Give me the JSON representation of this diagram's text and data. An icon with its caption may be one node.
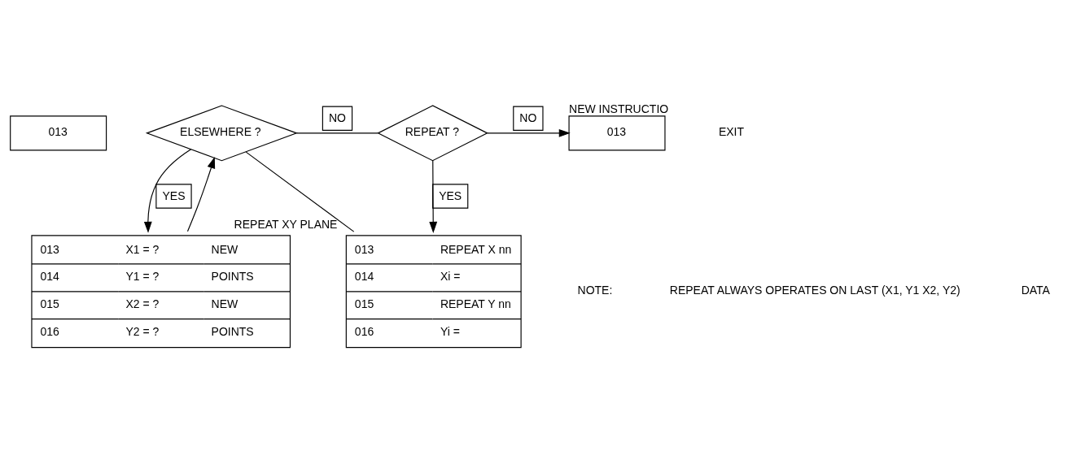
{
  "diagram": {
    "nodes": [
      {
        "text": [
          "013"
        ]
      },
      {
        "text": [
          "ELSEWHERE ?"
        ]
      },
      {
        "text": [
          "REPEAT ?"
        ]
      },
      {
        "text": [
          "013"
        ],
        "beside": [
          "NEW INSTRUCTIO"
        ]
      },
      {
        "text": [
          "013",
          "X1 = ?",
          "NEW",
          "014",
          "Y1 = ?",
          "POINTS",
          "015",
          "X2 = ?",
          "NEW",
          "016",
          "Y2 = ?",
          "POINTS"
        ]
      },
      {
        "text": [
          "013",
          "REPEAT X nn",
          "014",
          "Xi =",
          "015",
          "REPEAT Y nn",
          "016",
          "Yi ="
        ],
        "beside": [
          "REPEAT XY PLANE"
        ]
      }
    ],
    "edges": [
      {
        "from": 1,
        "to": 2,
        "arrow": "none",
        "label": "NO"
      },
      {
        "from": 2,
        "to": 3,
        "arrow": "to",
        "label": "NO"
      },
      {
        "from": 1,
        "to": 4,
        "arrow": "to",
        "label": "YES"
      },
      {
        "from": 2,
        "to": 5,
        "arrow": "to",
        "label": "YES"
      },
      {
        "from": 4,
        "to": 1,
        "arrow": "to"
      },
      {
        "from": 5,
        "to": 1,
        "arrow": "none"
      }
    ],
    "labels": [
      "EXIT",
      "NOTE:",
      "REPEAT ALWAYS OPERATES ON LAST (X1, Y1 X2, Y2)",
      "DATA"
    ]
  }
}
